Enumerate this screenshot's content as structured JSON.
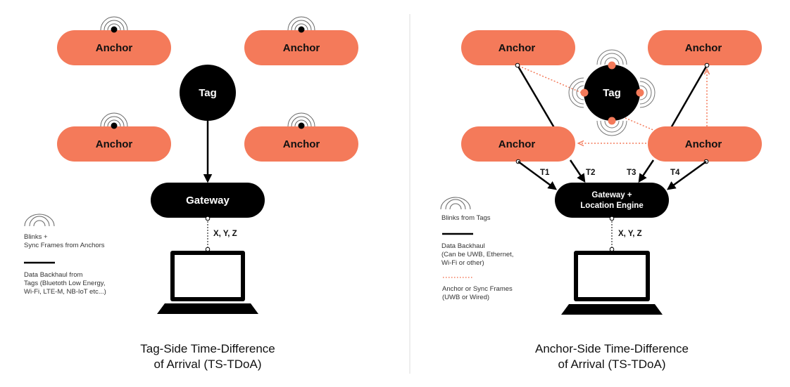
{
  "colors": {
    "anchor": "#f47a5a",
    "dark": "#000000",
    "sync_line": "#f47a5a",
    "wave": "#777777",
    "divider": "#dddddd"
  },
  "left": {
    "anchors": [
      "Anchor",
      "Anchor",
      "Anchor",
      "Anchor"
    ],
    "tag": "Tag",
    "gateway": "Gateway",
    "output_label": "X, Y, Z",
    "legend": {
      "blinks_line1": "Blinks +",
      "blinks_line2": "Sync Frames from Anchors",
      "backhaul_line1": "Data Backhaul from",
      "backhaul_line2": "Tags (Bluetoth Low Energy,",
      "backhaul_line3": "Wi-Fi, LTE-M, NB-IoT etc...)"
    },
    "caption_line1": "Tag-Side Time-Difference",
    "caption_line2": "of Arrival (TS-TDoA)"
  },
  "right": {
    "anchors": [
      "Anchor",
      "Anchor",
      "Anchor",
      "Anchor"
    ],
    "tag": "Tag",
    "gateway_line1": "Gateway +",
    "gateway_line2": "Location Engine",
    "timings": [
      "T1",
      "T2",
      "T3",
      "T4"
    ],
    "output_label": "X, Y, Z",
    "legend": {
      "blinks": "Blinks from Tags",
      "backhaul_line1": "Data Backhaul",
      "backhaul_line2": "(Can be UWB, Ethernet,",
      "backhaul_line3": "Wi-Fi or other)",
      "sync_line1": "Anchor or Sync Frames",
      "sync_line2": "(UWB or Wired)"
    },
    "caption_line1": "Anchor-Side Time-Difference",
    "caption_line2": "of Arrival (TS-TDoA)"
  }
}
